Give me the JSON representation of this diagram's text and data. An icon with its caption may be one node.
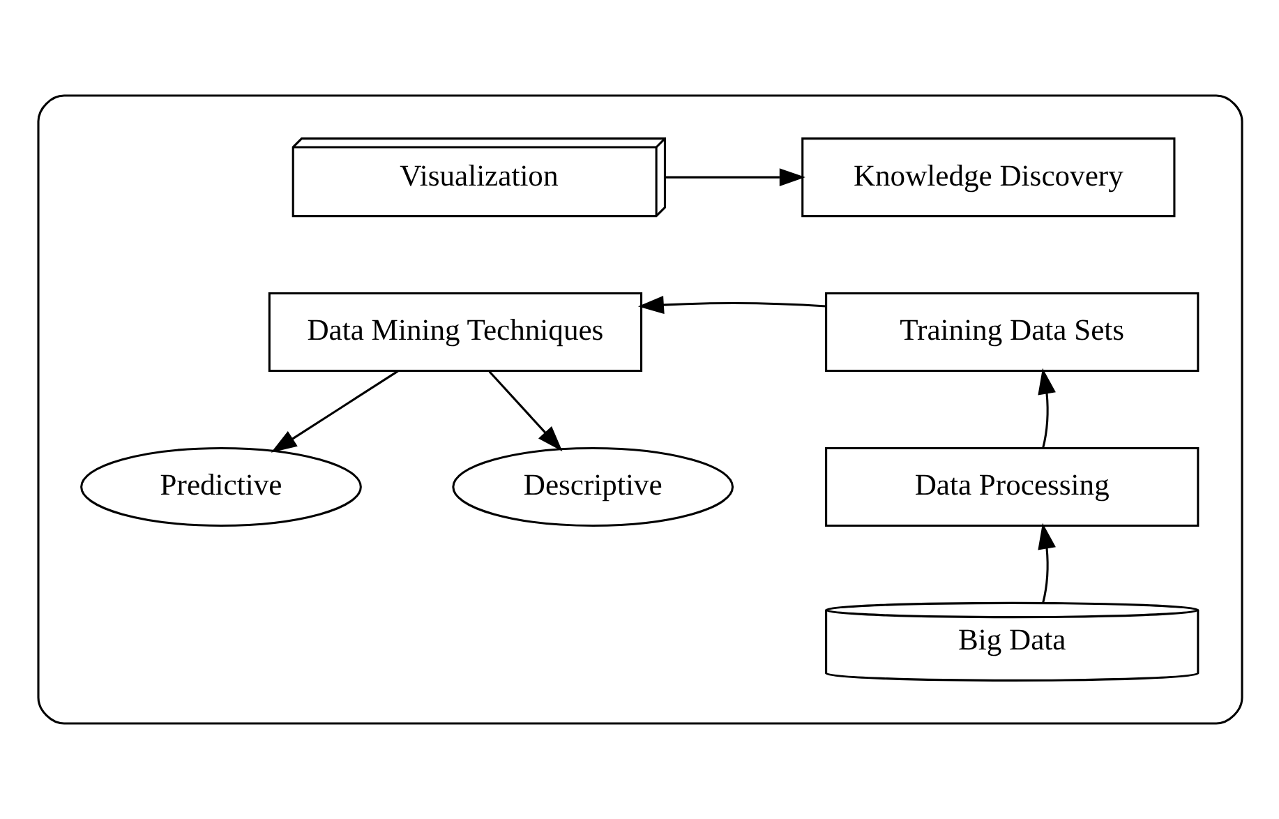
{
  "diagram": {
    "nodes": [
      {
        "text": [],
        "shape": "box"
      },
      {
        "text": [
          "Visualization"
        ],
        "in": 0
      },
      {
        "text": [
          "Knowledge Discovery"
        ],
        "in": 0
      },
      {
        "text": [
          "Data Mining Techniques"
        ],
        "in": 0
      },
      {
        "text": [
          "Training Data Sets"
        ],
        "in": 0
      },
      {
        "text": [
          "Predictive"
        ],
        "in": 0
      },
      {
        "text": [
          "Descriptive"
        ],
        "in": 0
      },
      {
        "text": [
          "Data Processing"
        ],
        "in": 0
      },
      {
        "text": [
          "Big Data"
        ],
        "in": 0
      }
    ],
    "edges": [
      {
        "from": 1,
        "to": 2,
        "arrow": "to"
      },
      {
        "from": 4,
        "to": 3,
        "arrow": "to"
      },
      {
        "from": 3,
        "to": 5,
        "arrow": "to"
      },
      {
        "from": 3,
        "to": 6,
        "arrow": "to"
      },
      {
        "from": 7,
        "to": 4,
        "arrow": "to"
      },
      {
        "from": 8,
        "to": 7,
        "arrow": "to"
      }
    ]
  }
}
